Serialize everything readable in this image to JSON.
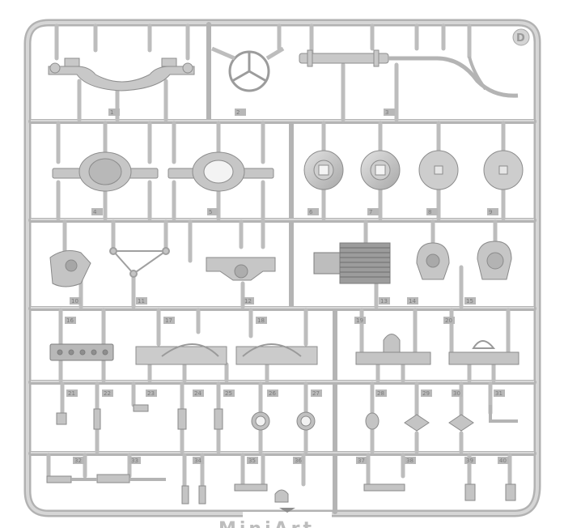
{
  "sprue": {
    "letter": "D",
    "caption": "MiniArt"
  },
  "part_numbers": [
    "1",
    "2",
    "3",
    "4",
    "5",
    "6",
    "7",
    "8",
    "9",
    "10",
    "11",
    "12",
    "13",
    "14",
    "15",
    "16",
    "17",
    "18",
    "19",
    "20",
    "21",
    "22",
    "23",
    "24",
    "25",
    "26",
    "27",
    "28",
    "29",
    "30",
    "31",
    "32",
    "33",
    "34",
    "35",
    "36",
    "37",
    "38",
    "39",
    "40"
  ],
  "colors": {
    "plastic": "#c9c9c9",
    "plastic_shadow": "#9c9c9c",
    "plastic_highlight": "#e4e4e4",
    "background": "#ffffff"
  }
}
